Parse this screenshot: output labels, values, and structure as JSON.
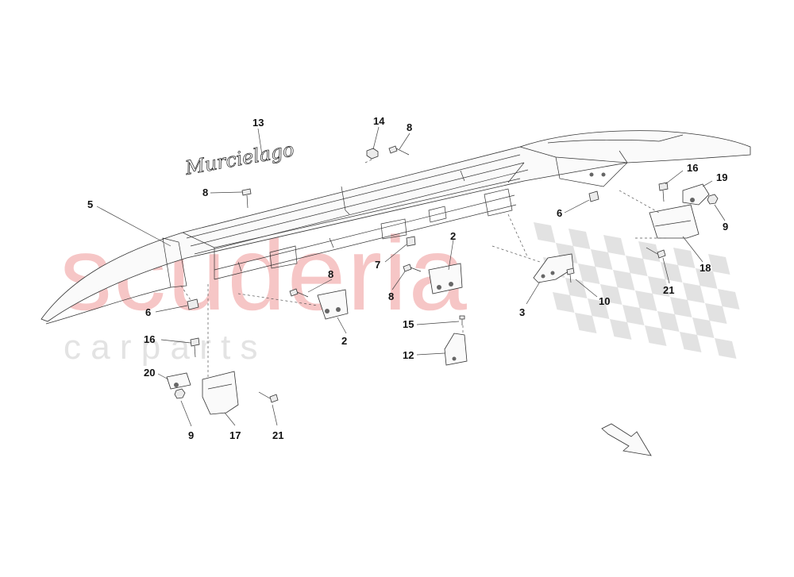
{
  "watermark": {
    "main": "scuderia",
    "sub": "c a r   p a r t s"
  },
  "emblem_text": "Murcielago",
  "callouts": [
    {
      "id": "c13",
      "text": "13"
    },
    {
      "id": "c14",
      "text": "14"
    },
    {
      "id": "c8a",
      "text": "8"
    },
    {
      "id": "c8b",
      "text": "8"
    },
    {
      "id": "c5",
      "text": "5"
    },
    {
      "id": "c6a",
      "text": "6"
    },
    {
      "id": "c6b",
      "text": "6"
    },
    {
      "id": "c16a",
      "text": "16"
    },
    {
      "id": "c19",
      "text": "19"
    },
    {
      "id": "c9a",
      "text": "9"
    },
    {
      "id": "c2a",
      "text": "2"
    },
    {
      "id": "c7",
      "text": "7"
    },
    {
      "id": "c8c",
      "text": "8"
    },
    {
      "id": "c8d",
      "text": "8"
    },
    {
      "id": "c18",
      "text": "18"
    },
    {
      "id": "c21a",
      "text": "21"
    },
    {
      "id": "c10",
      "text": "10"
    },
    {
      "id": "c3",
      "text": "3"
    },
    {
      "id": "c2b",
      "text": "2"
    },
    {
      "id": "c15",
      "text": "15"
    },
    {
      "id": "c12",
      "text": "12"
    },
    {
      "id": "c16b",
      "text": "16"
    },
    {
      "id": "c20",
      "text": "20"
    },
    {
      "id": "c9b",
      "text": "9"
    },
    {
      "id": "c17",
      "text": "17"
    },
    {
      "id": "c21b",
      "text": "21"
    }
  ]
}
